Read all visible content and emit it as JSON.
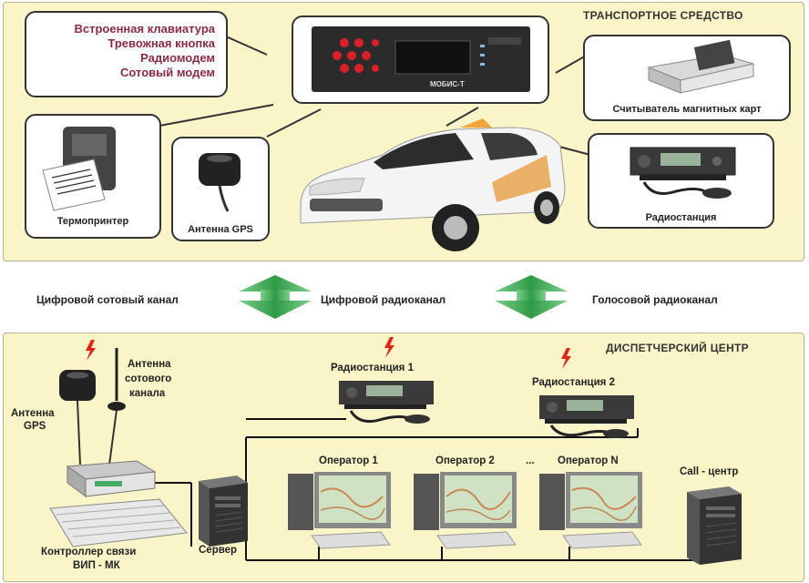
{
  "vehicle": {
    "header": "ТРАНСПОРТНОЕ СРЕДСТВО",
    "features": [
      "Встроенная клавиатура",
      "Тревожная кнопка",
      "Радиомодем",
      "Сотовый модем"
    ],
    "device_name": "МОБИС-Т",
    "card_reader": "Считыватель магнитных карт",
    "printer": "Термопринтер",
    "gps_antenna": "Антенна GPS",
    "radio": "Радиостанция"
  },
  "channels": {
    "cellular": "Цифровой сотовый канал",
    "digital_radio": "Цифровой радиоканал",
    "voice_radio": "Голосовой радиоканал"
  },
  "dispatch": {
    "header": "ДИСПЕТЧЕРСКИЙ ЦЕНТР",
    "gps_antenna": [
      "Антенна",
      "GPS"
    ],
    "cell_antenna": [
      "Антенна",
      "сотового",
      "канала"
    ],
    "radio1": "Радиостанция 1",
    "radio2": "Радиостанция 2",
    "operator1": "Оператор 1",
    "operator2": "Оператор 2",
    "ellipsis": "...",
    "operatorN": "Оператор N",
    "callcenter": "Call - центр",
    "controller": [
      "Контроллер связи",
      "ВИП - МК"
    ],
    "server": "Сервер"
  },
  "colors": {
    "panel": "#faf5c8",
    "arrow": "#2f9a46",
    "accent": "#8a2b46",
    "lightning": "#e02418"
  }
}
